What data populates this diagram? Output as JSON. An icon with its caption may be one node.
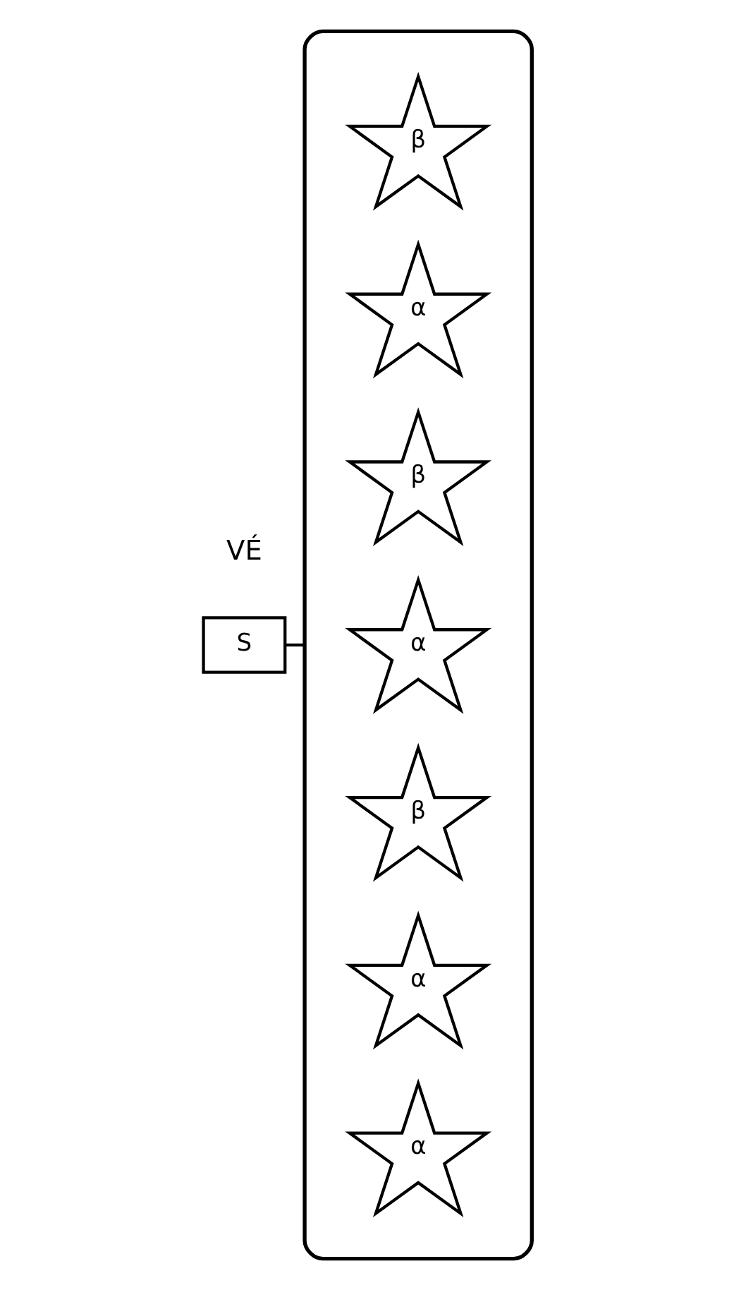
{
  "diagram": {
    "nodes": [
      {
        "text": [
          "S"
        ]
      },
      {
        "text": [],
        "shape": "oval"
      },
      {
        "text": [
          "β"
        ],
        "in": 1
      },
      {
        "text": [
          "α"
        ],
        "in": 1
      },
      {
        "text": [
          "β"
        ],
        "in": 1
      },
      {
        "text": [
          "α"
        ],
        "in": 1
      },
      {
        "text": [
          "β"
        ],
        "in": 1
      },
      {
        "text": [
          "α"
        ],
        "in": 1
      },
      {
        "text": [
          "α"
        ],
        "in": 1
      }
    ],
    "edges": [
      {
        "from": 0,
        "to": 1,
        "arrow": "none"
      }
    ],
    "labels": [
      "VÉ"
    ]
  }
}
